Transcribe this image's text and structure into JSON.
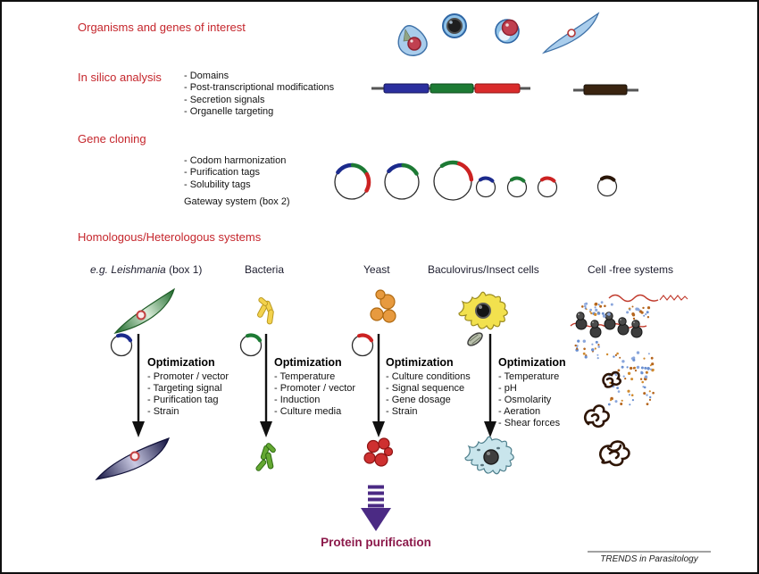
{
  "colors": {
    "heading_red": "#c5262c",
    "purification_maroon": "#8c1a4b",
    "arrow_purple": "#4b2a84",
    "gene_blue": "#2b2f9e",
    "gene_green": "#1d7a34",
    "gene_red": "#d92b2b",
    "gene_brown": "#3a2410"
  },
  "sections": {
    "organisms_label": "Organisms and genes of interest",
    "insilico_label": "In silico analysis",
    "insilico_items": [
      "- Domains",
      "- Post-transcriptional modifications",
      "- Secretion signals",
      "- Organelle targeting"
    ],
    "cloning_label": "Gene cloning",
    "cloning_items": [
      "- Codom harmonization",
      "- Purification tags",
      "- Solubility tags"
    ],
    "cloning_note": "Gateway system (box 2)",
    "systems_label": "Homologous/Heterologous systems"
  },
  "columns": [
    {
      "header_italic": "e.g. Leishmania",
      "header_rest": " (box 1)",
      "opt_title": "Optimization",
      "opt_items": [
        "- Promoter / vector",
        "- Targeting signal",
        "- Purification tag",
        "- Strain"
      ]
    },
    {
      "header": "Bacteria",
      "opt_title": "Optimization",
      "opt_items": [
        "- Temperature",
        "- Promoter / vector",
        "- Induction",
        "- Culture media"
      ]
    },
    {
      "header": "Yeast",
      "opt_title": "Optimization",
      "opt_items": [
        "- Culture conditions",
        "- Signal sequence",
        "- Gene dosage",
        "- Strain"
      ]
    },
    {
      "header": "Baculovirus/Insect cells",
      "opt_title": "Optimization",
      "opt_items": [
        "- Temperature",
        "- pH",
        "- Osmolarity",
        "- Aeration",
        "- Shear forces"
      ]
    },
    {
      "header": "Cell -free systems"
    }
  ],
  "footer": {
    "result_label": "Protein purification",
    "journal": "TRENDS in Parasitology"
  },
  "icons": [
    "parasite-teardrop-cell-icon",
    "parasite-round-cell-icon",
    "parasite-ring-cell-icon",
    "parasite-spindle-cell-icon",
    "gene-domains-bar-icon",
    "gene-single-domain-bar-icon",
    "plasmid-icon",
    "leishmania-cell-icon",
    "bacteria-icon",
    "yeast-icon",
    "insect-cell-icon",
    "baculovirus-capsule-icon",
    "mrna-icon",
    "ribosomes-icon",
    "amino-acid-dots-icon",
    "protein-aggregate-icon",
    "optimization-arrow-icon",
    "protein-purification-arrow-icon"
  ]
}
